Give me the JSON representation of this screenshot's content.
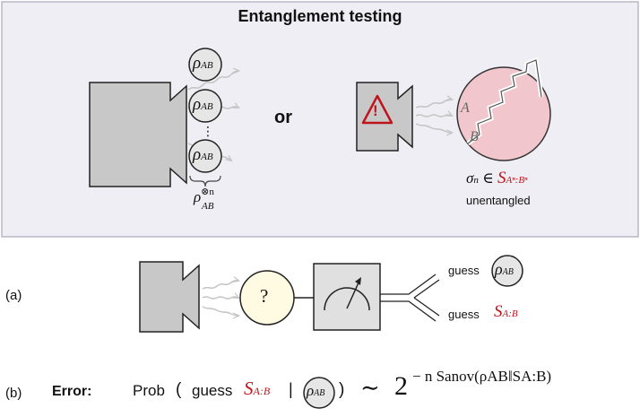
{
  "title": "Entanglement testing",
  "top": {
    "rho": "ρ",
    "rho_sub": "AB",
    "dots": "⋮",
    "brace": "⏟",
    "tensor_label": "ρ",
    "tensor_sup": "⊗n",
    "tensor_sub": "AB",
    "or": "or",
    "region_A": "A",
    "region_B": "B",
    "sigma": "σ",
    "sigma_sub": "n",
    "in": "∈",
    "S": "S",
    "S_sub": "Aⁿ:Bⁿ",
    "unentangled": "unentangled",
    "warning": "!"
  },
  "a": {
    "label": "(a)",
    "question": "?",
    "guess1": "guess",
    "guess2": "guess",
    "rho": "ρ",
    "rho_sub": "AB",
    "S": "S",
    "S_sub": "A:B"
  },
  "b": {
    "label": "(b)",
    "error": "Error:",
    "prob": "Prob",
    "lparen": "(",
    "guess": "guess",
    "S": "S",
    "S_sub": "A:B",
    "bar": "|",
    "rho": "ρ",
    "rho_sub": "AB",
    "rparen": ")",
    "sim": "∼",
    "two": "2",
    "exponent": "− n Sanov(ρAB‖SA:B)"
  },
  "colors": {
    "panel_bg": "#eeeef4",
    "panel_border": "#b8b8c8",
    "source_gray": "#c8c8c8",
    "state_bg": "#e6e6e6",
    "red": "#c0141c",
    "blob_pink": "#f1c6cc",
    "question_bg": "#fffbe3",
    "meter_bg": "#e0e0e0"
  }
}
